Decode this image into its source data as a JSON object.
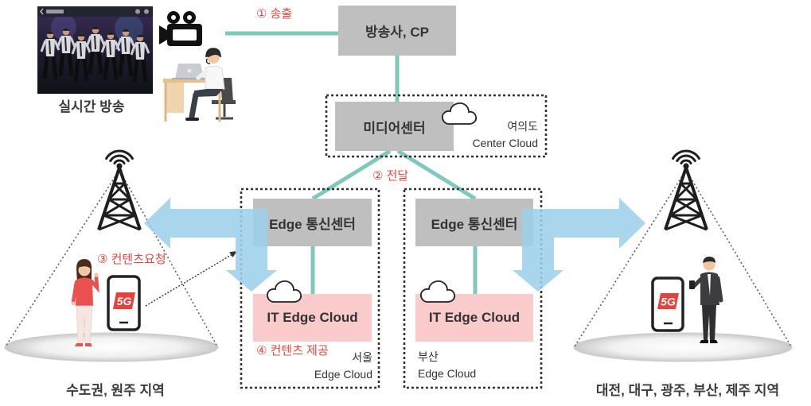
{
  "steps": {
    "broadcast": "① 송출",
    "deliver": "② 전달",
    "request": "③ 컨텐츠요청",
    "provide": "④ 컨텐츠 제공"
  },
  "live": {
    "caption": "실시간 방송"
  },
  "broadcaster": {
    "label": "방송사, CP"
  },
  "media_center": {
    "label": "미디어센터",
    "location": "여의도",
    "cloud": "Center Cloud"
  },
  "edges": [
    {
      "center_label": "Edge 통신센터",
      "cloud_label": "IT Edge Cloud",
      "location": "서울",
      "cloud_type": "Edge Cloud"
    },
    {
      "center_label": "Edge 통신센터",
      "cloud_label": "IT Edge Cloud",
      "location": "부산",
      "cloud_type": "Edge Cloud"
    }
  ],
  "regions": [
    {
      "label": "수도권, 원주 지역"
    },
    {
      "label": "대전, 대구, 광주, 부산, 제주 지역"
    }
  ],
  "devices": [
    {
      "badge": "5G"
    },
    {
      "badge": "5G"
    }
  ],
  "icons": [
    "live-broadcast-thumbnail",
    "video-camera-icon",
    "broadcaster-desk-illustration",
    "cloud-icon",
    "cell-tower-icon",
    "smartphone-5g-icon",
    "woman-user-figure",
    "man-user-figure"
  ],
  "colors": {
    "node_gray": "#bfbfbf",
    "edge_cloud_pink": "#f9cbcb",
    "link_teal": "#7ec9bc",
    "arrow_blue": "#9dcfea",
    "step_red": "#e8473f",
    "text_dark": "#333333"
  }
}
